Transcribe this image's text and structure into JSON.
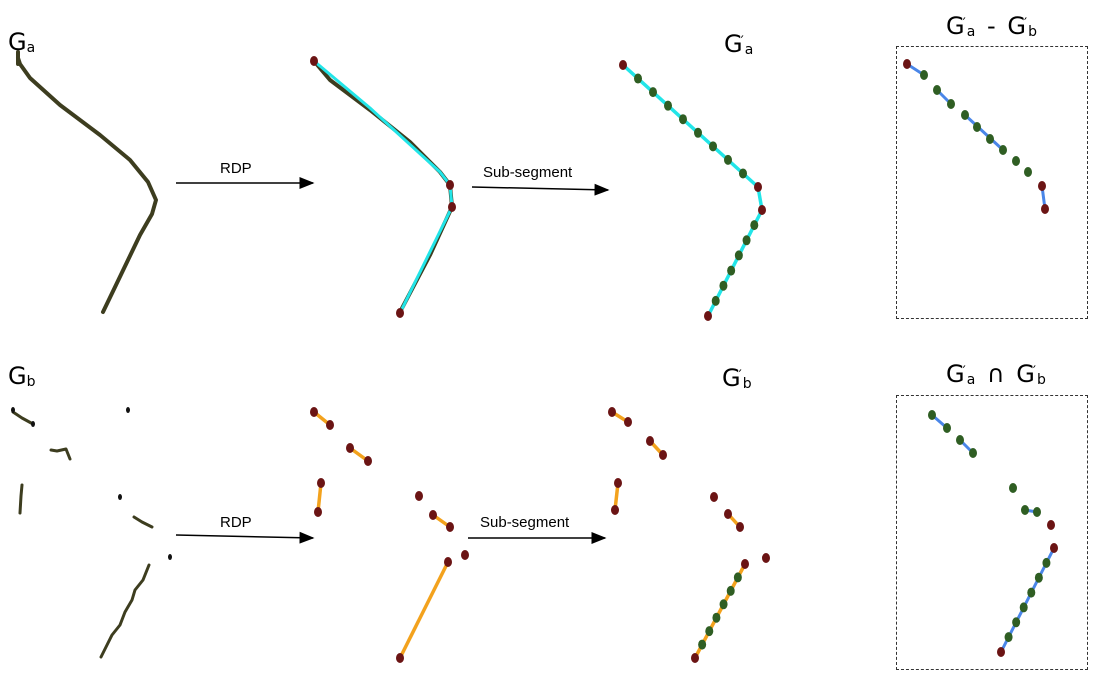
{
  "labels": {
    "ga_base": "G",
    "ga_sub": "a",
    "gb_base": "G",
    "gb_sub": "b",
    "ga_prime_base": "G",
    "ga_prime_mark": "′",
    "ga_prime_sub": "a",
    "gb_prime_base": "G",
    "gb_prime_mark": "′",
    "gb_prime_sub": "b",
    "diff_a_base": "G",
    "diff_a_mark": "′",
    "diff_a_sub": "a",
    "diff_op": "-",
    "diff_b_base": "G",
    "diff_b_mark": "′",
    "diff_b_sub": "b",
    "int_a_base": "G",
    "int_a_mark": "′",
    "int_a_sub": "a",
    "int_op": "∩",
    "int_b_base": "G",
    "int_b_mark": "′",
    "int_b_sub": "b"
  },
  "arrows": {
    "rdp_top": "RDP",
    "subseg_top": "Sub-segment",
    "rdp_bottom": "RDP",
    "subseg_bottom": "Sub-segment"
  },
  "colors": {
    "raw_line": "#3d3d1f",
    "simplified_a": "#22e5e8",
    "simplified_b": "#f3a21d",
    "result_line": "#4a86e8",
    "endpoint": "#6b1414",
    "midpoint": "#2f5e23"
  }
}
